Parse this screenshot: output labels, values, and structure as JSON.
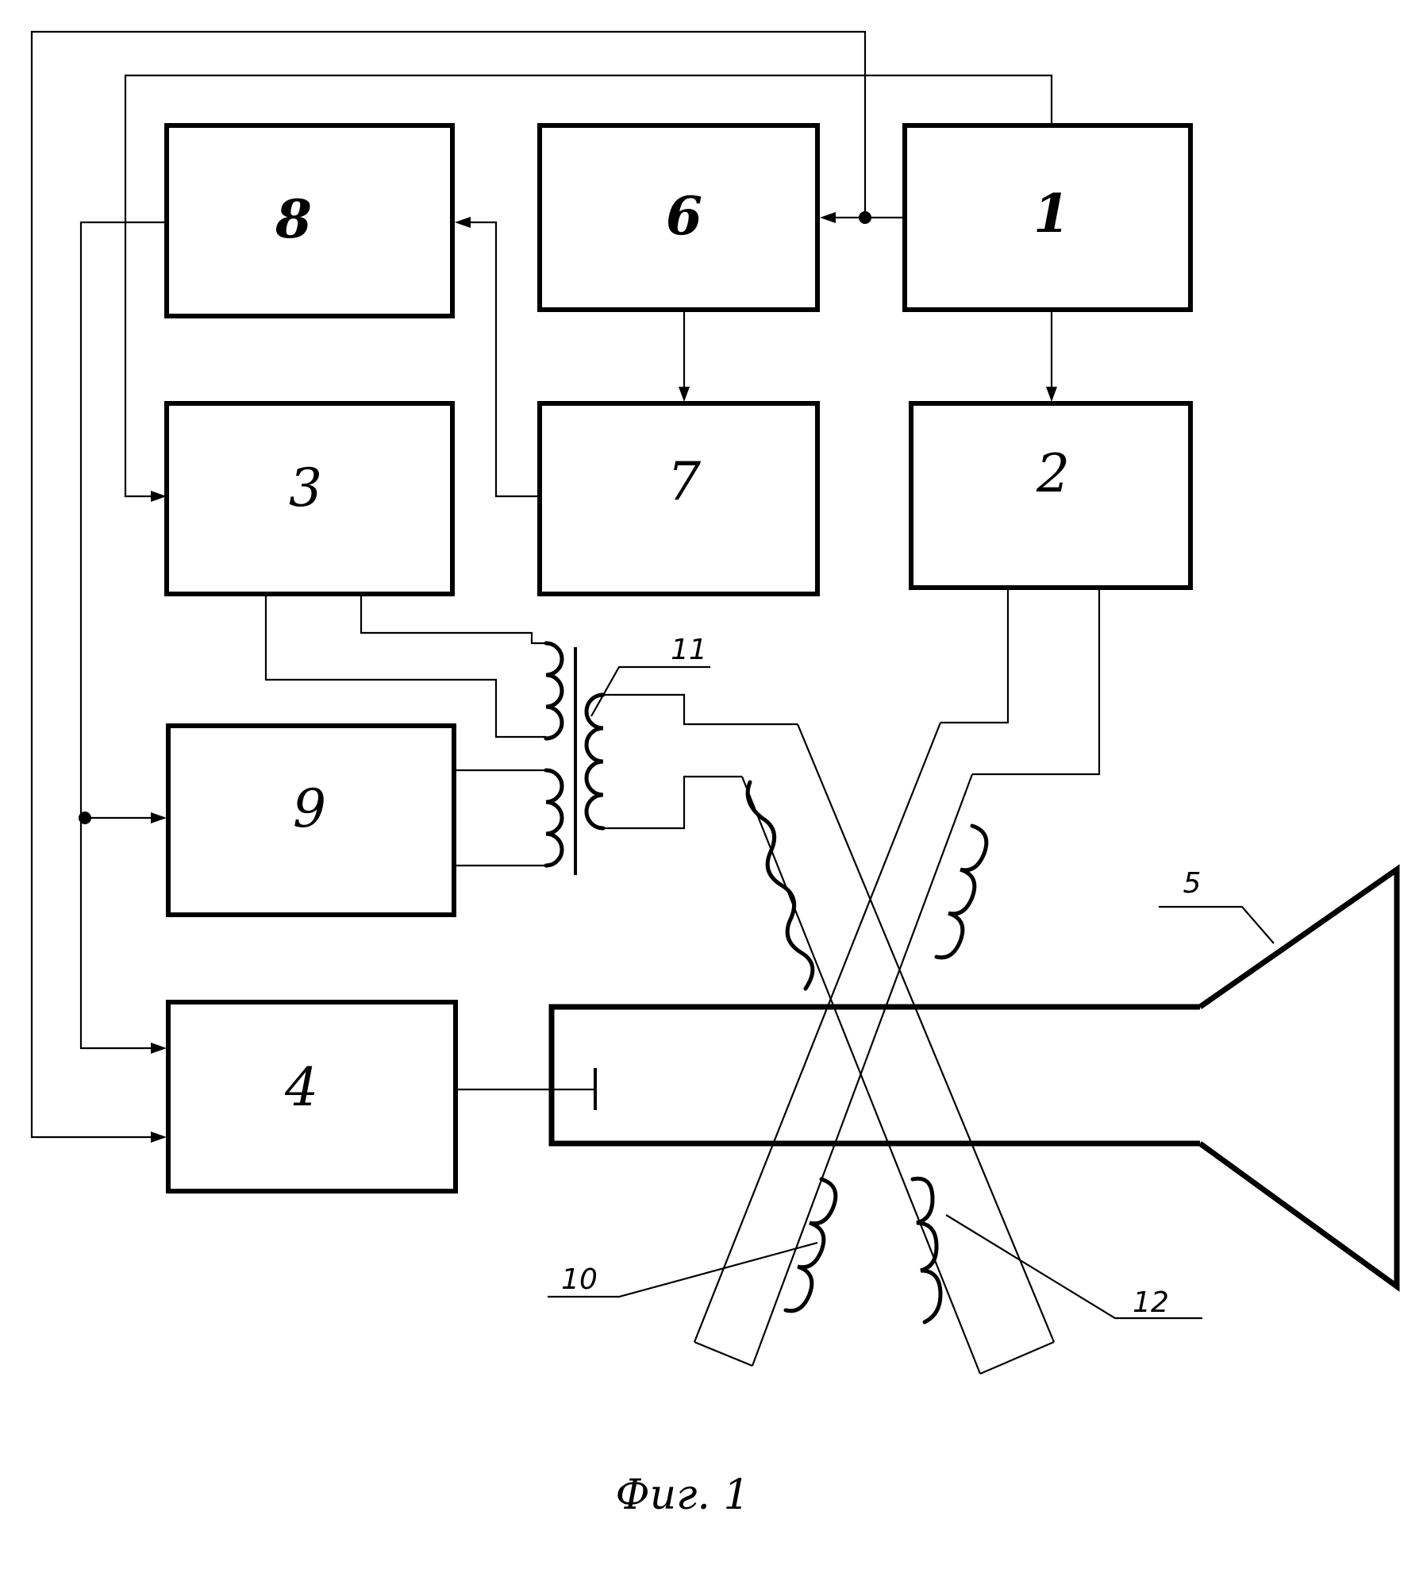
{
  "blocks": {
    "b1": "1",
    "b2": "2",
    "b3": "3",
    "b4": "4",
    "b6": "6",
    "b7": "7",
    "b8": "8",
    "b9": "9"
  },
  "refs": {
    "r5": "5",
    "r10": "10",
    "r11": "11",
    "r12": "12"
  },
  "caption": "Фиг. 1"
}
